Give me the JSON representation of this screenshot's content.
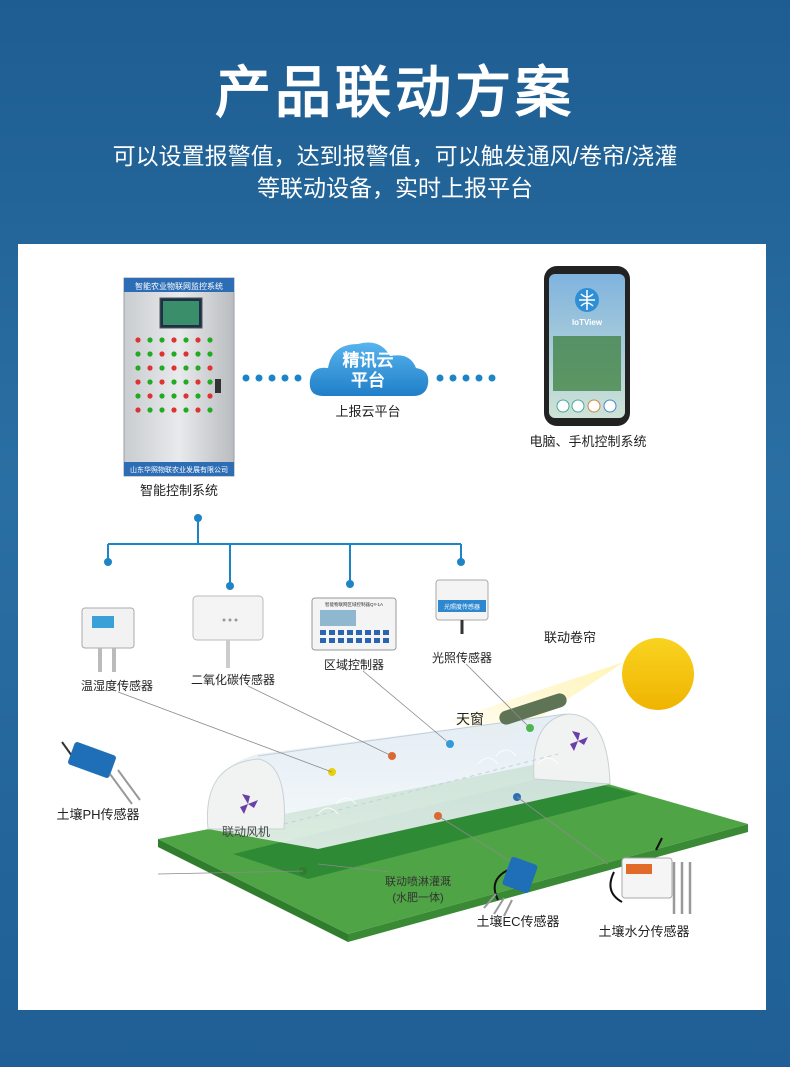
{
  "header": {
    "title": "产品联动方案",
    "subtitle_line1": "可以设置报警值，达到报警值，可以触发通风/卷帘/浇灌",
    "subtitle_line2": "等联动设备，实时上报平台"
  },
  "cabinet": {
    "top_text": "智能农业物联网监控系统",
    "bottom_text": "山东华照物联农业发展有限公司",
    "caption": "智能控制系统"
  },
  "cloud": {
    "line1": "精讯云",
    "line2": "平台",
    "caption": "上报云平台"
  },
  "phone": {
    "app_name": "IoTView",
    "caption": "电脑、手机控制系统"
  },
  "sensors": {
    "temp_humidity": "温湿度传感器",
    "co2": "二氧化碳传感器",
    "zone_controller": "区域控制器",
    "zone_controller_screen": "智能物联网区域控制器QY-1A",
    "light": "光照传感器",
    "light_device_label": "光照度传感器",
    "soil_ph": "土壤PH传感器",
    "soil_ec": "土壤EC传感器",
    "soil_moisture": "土壤水分传感器"
  },
  "greenhouse": {
    "roller_blind": "联动卷帘",
    "skylight": "天窗",
    "fan": "联动风机",
    "sprinkler_line1": "联动喷淋灌溉",
    "sprinkler_line2": "(水肥一体)"
  },
  "colors": {
    "bus_line": "#1d84c6",
    "ground": "#3d9a3a",
    "sun": "#f5c400",
    "background": "#1f5f96"
  }
}
